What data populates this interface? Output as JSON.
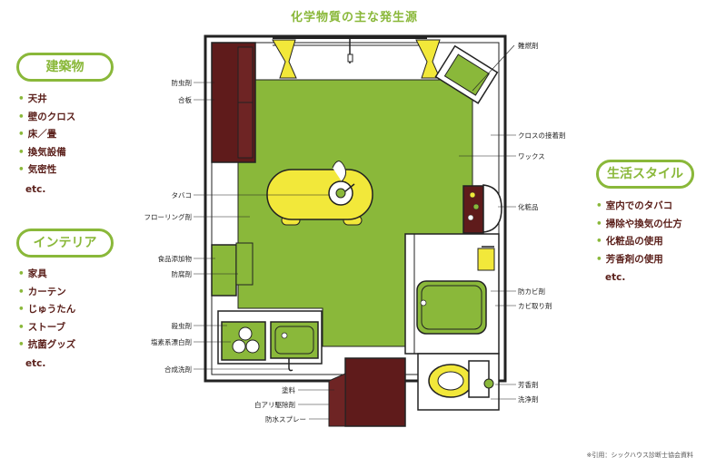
{
  "title": "化学物質の主な発生源",
  "colors": {
    "accent": "#8ab83a",
    "text": "#5a1f1a",
    "floor": "#8ab83a",
    "wood": "#5f1b1b",
    "yellow": "#f2e83a"
  },
  "building": {
    "heading": "建築物",
    "items": [
      "天井",
      "壁のクロス",
      "床／畳",
      "換気設備",
      "気密性"
    ],
    "etc": "etc."
  },
  "interior": {
    "heading": "インテリア",
    "items": [
      "家具",
      "カーテン",
      "じゅうたん",
      "ストーブ",
      "抗菌グッズ"
    ],
    "etc": "etc."
  },
  "lifestyle": {
    "heading": "生活スタイル",
    "items": [
      "室内でのタバコ",
      "掃除や換気の仕方",
      "化粧品の使用",
      "芳香剤の使用"
    ],
    "etc": "etc."
  },
  "labels_left": {
    "insect_repellent": "防虫剤",
    "plywood": "合板",
    "tobacco": "タバコ",
    "flooring_agent": "フローリング剤",
    "food_additive": "食品添加物",
    "preservative": "防腐剤",
    "insecticide": "殺虫剤",
    "chlorine_bleach": "塩素系漂白剤",
    "synthetic_detergent": "合成洗剤"
  },
  "labels_bottom": {
    "paint": "塗料",
    "termite_repellent": "白アリ駆除剤",
    "waterproof_spray": "防水スプレー"
  },
  "labels_right": {
    "flame_retardant": "難燃剤",
    "cloth_adhesive": "クロスの接着剤",
    "wax": "ワックス",
    "cosmetics": "化粧品",
    "mold_preventer": "防カビ剤",
    "mold_remover": "カビ取り剤",
    "air_freshener": "芳香剤",
    "toilet_cleaner": "洗浄剤"
  },
  "credit": "※引用：シックハウス診断士協会資料"
}
